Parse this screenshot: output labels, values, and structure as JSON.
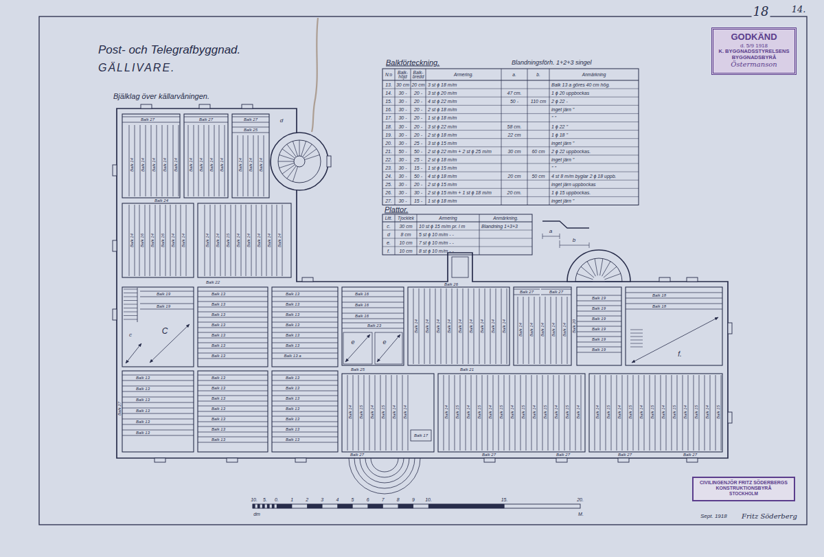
{
  "diagram": {
    "title": "Post- och Telegrafbyggnad.",
    "nodes": [
      {
        "text": [
          "GODKÄND",
          "d. 5/9 1918",
          "K. BYGGNADSSTYRELSENS BYGGNADSBYRÅ",
          "Östermanson"
        ]
      },
      {
        "text": [
          "CIVILINGENJÖR FRITZ SÖDERBERGS KONSTRUKTIONSBYRÅ",
          "STOCKHOLM"
        ]
      }
    ],
    "labels": [
      "18",
      "14.",
      "GÄLLIVARE.",
      "Bjälklag över källarvåningen.",
      "Balkförteckning.",
      "Blandningsförh. 1+2+3 singel",
      "N:o",
      "Balk-höjd",
      "Balk-bredd",
      "Armering.",
      "a.",
      "b.",
      "Anmärkning",
      "13.",
      "30 cm",
      "20 cm",
      "3 st ϕ 18 m/m",
      "Balk 13 a göres 40 cm hög.",
      "14.",
      "30 -",
      "20 -",
      "3 st ϕ 20 m/m",
      "47 cm.",
      "1 ϕ 20 uppbockas",
      "15.",
      "30 -",
      "20 -",
      "4 st ϕ 22 m/m",
      "50 -",
      "110 cm",
      "2 ϕ 22 -",
      "16.",
      "30 -",
      "20 -",
      "2 st ϕ 18 m/m",
      "inget järn \"",
      "17.",
      "30 -",
      "20 -",
      "1 st ϕ 18 m/m",
      "\" \"",
      "18.",
      "30 -",
      "20 -",
      "3 st ϕ 22 m/m",
      "58 cm.",
      "1 ϕ 22 \"",
      "19.",
      "30 -",
      "20 -",
      "2 st ϕ 18 m/m",
      "22 cm",
      "1 ϕ 18 \"",
      "20.",
      "30 -",
      "25 -",
      "3 st ϕ 15 m/m",
      "inget järn \"",
      "21.",
      "50 -",
      "50 -",
      "2 st ϕ 22 m/m + 2 st ϕ 25 m/m",
      "30 cm",
      "60 cm",
      "2 ϕ 22 uppbockas.",
      "22.",
      "30 -",
      "25 -",
      "2 st ϕ 18 m/m",
      "inget järn \"",
      "23.",
      "30 -",
      "15 -",
      "1 st ϕ 15 m/m",
      "\" \"",
      "24.",
      "30 -",
      "50 -",
      "4 st ϕ 18 m/m",
      "20 cm",
      "50 cm",
      "4 st 8 m/m byglar 2 ϕ 18 uppb.",
      "25.",
      "30 -",
      "20 -",
      "2 st ϕ 15 m/m",
      "inget järn uppbockas",
      "26.",
      "30 -",
      "30 -",
      "2 st ϕ 15 m/m + 1 st ϕ 18 m/m",
      "20 cm.",
      "1 ϕ 15 uppbockas.",
      "27.",
      "30 -",
      "15 -",
      "1 st ϕ 18 m/m",
      "inget järn \"",
      "Plattor.",
      "Litt.",
      "Tjocklek",
      "Armering",
      "Anmärkning.",
      "c.",
      "30 cm",
      "10 st ϕ 15 m/m pr. l m",
      "Blandning 1+3+3",
      "d",
      "8 cm",
      "5 st ϕ 10 m/m - -",
      "e.",
      "10 cm",
      "7 st ϕ 10 m/m - -",
      "f.",
      "10 cm",
      "8 st ϕ 10 m/m - -",
      "a",
      "b",
      "Balk 27",
      "Balk 27",
      "Balk 27",
      "Balk 25",
      "d",
      "Balk 14",
      "Balk 14",
      "Balk 14",
      "Balk 14",
      "Balk 14",
      "Balk 14",
      "Balk 14",
      "Balk 14",
      "Balk 14",
      "Balk 14",
      "Balk 14",
      "Balk 14",
      "Balk 24",
      "Balk 14",
      "Balk 16",
      "Balk 14",
      "Balk 16",
      "Balk 14",
      "Balk 14",
      "Balk 14",
      "Balk 14",
      "Balk 15",
      "Balk 14",
      "Balk 14",
      "Balk 14",
      "Balk 14",
      "Balk 14",
      "Balk 22",
      "Balk 19",
      "Balk 19",
      "C",
      "c",
      "Balk 13",
      "Balk 13",
      "Balk 13",
      "Balk 13",
      "Balk 13",
      "Balk 13",
      "Balk 13",
      "Balk 13",
      "Balk 13",
      "Balk 13",
      "Balk 13",
      "Balk 13",
      "Balk 13",
      "Balk 13 a",
      "Balk 13",
      "Balk 13",
      "Balk 13",
      "Balk 13",
      "Balk 13",
      "Balk 13",
      "Balk 13",
      "Balk 13",
      "Balk 13",
      "Balk 13",
      "Balk 13",
      "Balk 13",
      "Balk 13",
      "Balk 13",
      "Balk 13",
      "Balk 13",
      "Balk 13",
      "Balk 13",
      "Balk 13",
      "Balk 13",
      "Balk 27",
      "Balk 16",
      "Balk 16",
      "Balk 16",
      "Balk 23",
      "e",
      "e",
      "Balk 25",
      "Balk 26",
      "Balk 14",
      "Balk 14",
      "Balk 14",
      "Balk 14",
      "Balk 14",
      "Balk 14",
      "Balk 14",
      "Balk 14",
      "Balk 14",
      "Balk 27",
      "Balk 27",
      "Balk 14",
      "Balk 14",
      "Balk 14",
      "Balk 14",
      "Balk 14",
      "Balk 20",
      "Balk 19",
      "Balk 19",
      "Balk 19",
      "Balk 19",
      "Balk 19",
      "Balk 19",
      "Balk 18",
      "Balk 18",
      "f.",
      "Balk 14",
      "Balk 15",
      "Balk 14",
      "Balk 15",
      "Balk 14",
      "Balk 14",
      "Balk 17",
      "Balk 21",
      "Balk 14",
      "Balk 15",
      "Balk 14",
      "Balk 15",
      "Balk 14",
      "Balk 15",
      "Balk 14",
      "Balk 15",
      "Balk 14",
      "Balk 15",
      "Balk 14",
      "Balk 15",
      "Balk 14",
      "Balk 14",
      "Balk 15",
      "Balk 14",
      "Balk 15",
      "Balk 14",
      "Balk 15",
      "Balk 14",
      "Balk 15",
      "Balk 14",
      "Balk 15",
      "Balk 14",
      "Balk 15",
      "Balk 27",
      "Balk 27",
      "Balk 27",
      "Balk 27",
      "Balk 27",
      "10.",
      "5.",
      "0.",
      "1",
      "2",
      "3",
      "4",
      "5",
      "6",
      "7",
      "8",
      "9",
      "10.",
      "15.",
      "20.",
      "dm",
      "M.",
      "Sept. 1918",
      "Fritz Söderberg"
    ]
  }
}
